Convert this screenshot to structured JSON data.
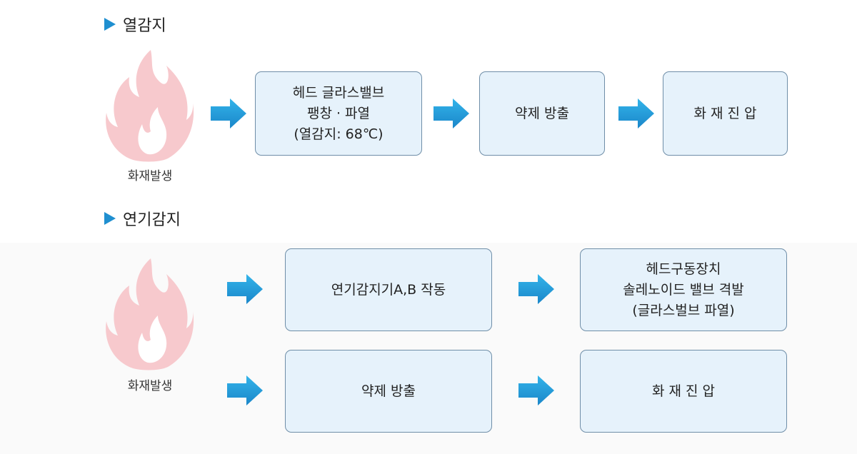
{
  "colors": {
    "accent": "#1f8fd0",
    "box_fill": "#e6f2fb",
    "box_border": "#6f8ea8",
    "fire": "#f7c9cd"
  },
  "heat": {
    "heading": "열감지",
    "fire_label": "화재발생",
    "steps": [
      "헤드 글라스밸브\n팽창 · 파열\n(열감지: 68℃)",
      "약제 방출",
      "화 재 진 압"
    ]
  },
  "smoke": {
    "heading": "연기감지",
    "fire_label": "화재발생",
    "top_steps": [
      "연기감지기A,B 작동",
      "헤드구동장치\n솔레노이드 밸브 격발\n(글라스벌브 파열)"
    ],
    "bottom_steps": [
      "약제 방출",
      "화 재 진 압"
    ]
  }
}
